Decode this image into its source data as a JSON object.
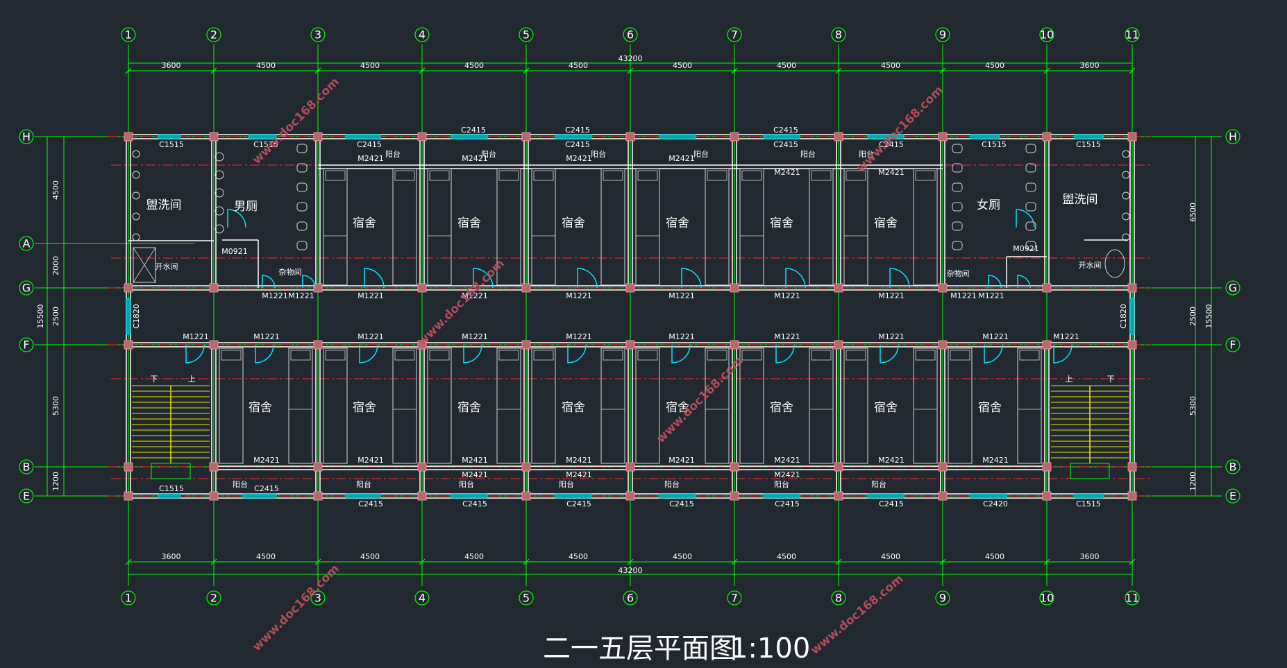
{
  "drawing": {
    "title": "二一五层平面图",
    "scale": "1:100",
    "watermark": "www.doc168.com"
  },
  "grid_columns": [
    "1",
    "2",
    "3",
    "4",
    "5",
    "6",
    "7",
    "8",
    "9",
    "10",
    "11"
  ],
  "grid_rows": [
    "H",
    "A",
    "G",
    "F",
    "B",
    "E"
  ],
  "dims": {
    "total": "43200",
    "spans": [
      "3600",
      "4500",
      "4500",
      "4500",
      "4500",
      "4500",
      "4500",
      "4500",
      "4500",
      "3600"
    ],
    "left_total": "15500",
    "left_spans": [
      "4500",
      "2000",
      "2500",
      "5300",
      "1200"
    ],
    "right_total": "15500",
    "right_spans": [
      "6500",
      "2500",
      "5300",
      "1200"
    ]
  },
  "rooms": {
    "washroom_left": "盥洗间",
    "mens_toilet": "男厕",
    "boiler_left": "开水间",
    "storage_left": "杂物间",
    "dorm": "宿舍",
    "womens_toilet": "女厕",
    "washroom_right": "盥洗间",
    "boiler_right": "开水间",
    "storage_right": "杂物间",
    "balcony": "阳台",
    "stair_up": "上",
    "stair_down": "下"
  },
  "tags": {
    "C1515": "C1515",
    "C2415": "C2415",
    "C2420": "C2420",
    "C1820": "C1820",
    "M2421": "M2421",
    "M1221": "M1221",
    "M0921": "M0921"
  },
  "colors": {
    "background": "#212830",
    "grid_line": "#00ff00",
    "axis_red": "#ff2a2a",
    "wall": "#ffffff",
    "column": "#b56a72",
    "door": "#00e5ff",
    "stair": "#e6e600"
  }
}
